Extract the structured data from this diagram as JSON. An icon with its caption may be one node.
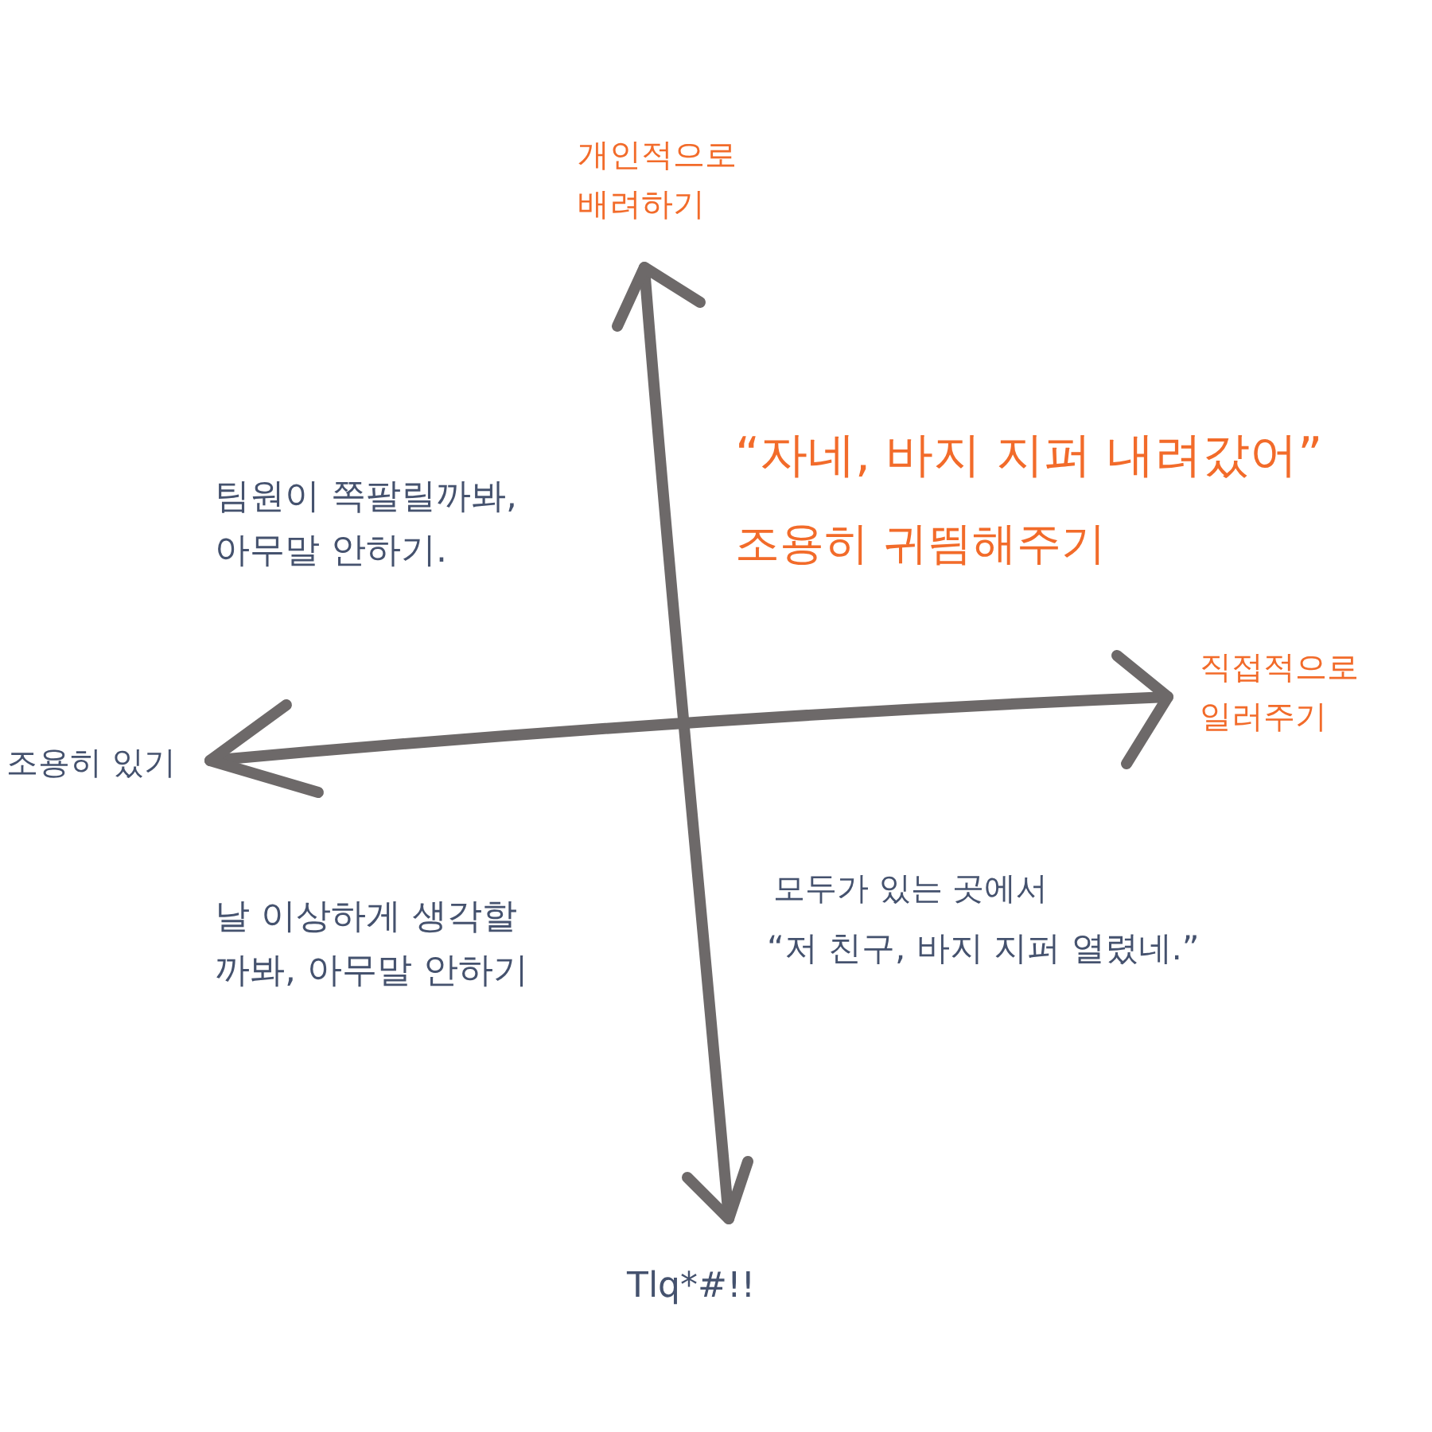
{
  "diagram": {
    "labels": [
      "개인적으로 배려하기",
      "“자네, 바지 지퍼 내려갔어”",
      "팀원이 쪽팔릴까봐, 아무말 안하기.",
      "조용히 귀띔해주기",
      "직접적으로 일러주기",
      "조용히 있기",
      "모두가 있는 곳에서",
      "날 이상하게 생각할 까봐, 아무말 안하기",
      "“저 친구, 바지 지퍼 열렸네.”",
      "Tlq*#!!"
    ]
  }
}
